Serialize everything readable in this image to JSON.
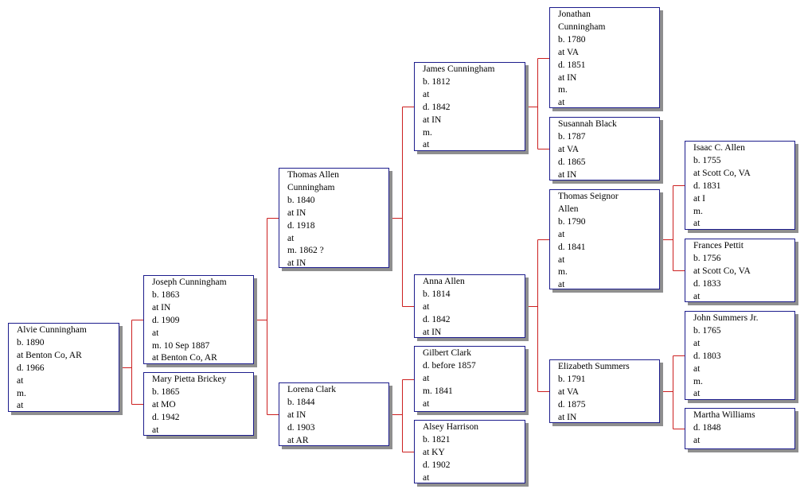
{
  "people": {
    "alvie": {
      "name": "Alvie Cunningham",
      "lines": [
        "b.  1890",
        "at Benton Co, AR",
        "d.  1966",
        "at",
        "m.",
        "at"
      ]
    },
    "joseph": {
      "name": "Joseph Cunningham",
      "lines": [
        "b.  1863",
        "at IN",
        "d.  1909",
        "at",
        "m. 10 Sep 1887",
        "at Benton Co, AR"
      ]
    },
    "mary": {
      "name": "Mary Pietta Brickey",
      "lines": [
        "b.  1865",
        "at MO",
        "d.  1942",
        "at"
      ]
    },
    "thomas_allen": {
      "name": "Thomas Allen Cunningham",
      "lines": [
        "b.  1840",
        "at IN",
        "d.  1918",
        "at",
        "m.  1862 ?",
        "at IN"
      ]
    },
    "lorena": {
      "name": "Lorena Clark",
      "lines": [
        "b.  1844",
        "at IN",
        "d.  1903",
        "at AR"
      ]
    },
    "james": {
      "name": "James Cunningham",
      "lines": [
        "b.  1812",
        "at",
        "d.  1842",
        "at IN",
        "m.",
        "at"
      ]
    },
    "anna": {
      "name": "Anna Allen",
      "lines": [
        "b.  1814",
        "at",
        "d.  1842",
        "at IN"
      ]
    },
    "gilbert": {
      "name": "Gilbert Clark",
      "lines": [
        "d.  before 1857",
        "at",
        "m.  1841",
        "at"
      ]
    },
    "alsey": {
      "name": "Alsey Harrison",
      "lines": [
        "b.  1821",
        "at KY",
        "d.  1902",
        "at"
      ]
    },
    "jonathan": {
      "name": "Jonathan Cunningham",
      "lines": [
        "b.  1780",
        "at VA",
        "d.  1851",
        "at IN",
        "m.",
        "at"
      ]
    },
    "susannah": {
      "name": "Susannah Black",
      "lines": [
        "b.  1787",
        "at VA",
        "d.  1865",
        "at IN"
      ]
    },
    "thomas_seignor": {
      "name": "Thomas Seignor Allen",
      "lines": [
        "b.  1790",
        "at",
        "d.  1841",
        "at",
        "m.",
        "at"
      ]
    },
    "elizabeth": {
      "name": "Elizabeth Summers",
      "lines": [
        "b.  1791",
        "at VA",
        "d.  1875",
        "at IN"
      ]
    },
    "isaac": {
      "name": "Isaac C. Allen",
      "lines": [
        "b.  1755",
        "at Scott Co, VA",
        "d.  1831",
        "at I",
        "m.",
        "at"
      ]
    },
    "frances": {
      "name": "Frances Pettit",
      "lines": [
        "b.  1756",
        "at Scott Co, VA",
        "d.  1833",
        "at"
      ]
    },
    "john": {
      "name": "John Summers Jr.",
      "lines": [
        "b.  1765",
        "at",
        "d.  1803",
        "at",
        "m.",
        "at"
      ]
    },
    "martha": {
      "name": "Martha Williams",
      "lines": [
        "d.  1848",
        "at"
      ]
    }
  },
  "colors": {
    "box_border": "#1c1c8c",
    "box_shadow": "#8f8f8f",
    "connector": "#cc1f1f"
  }
}
